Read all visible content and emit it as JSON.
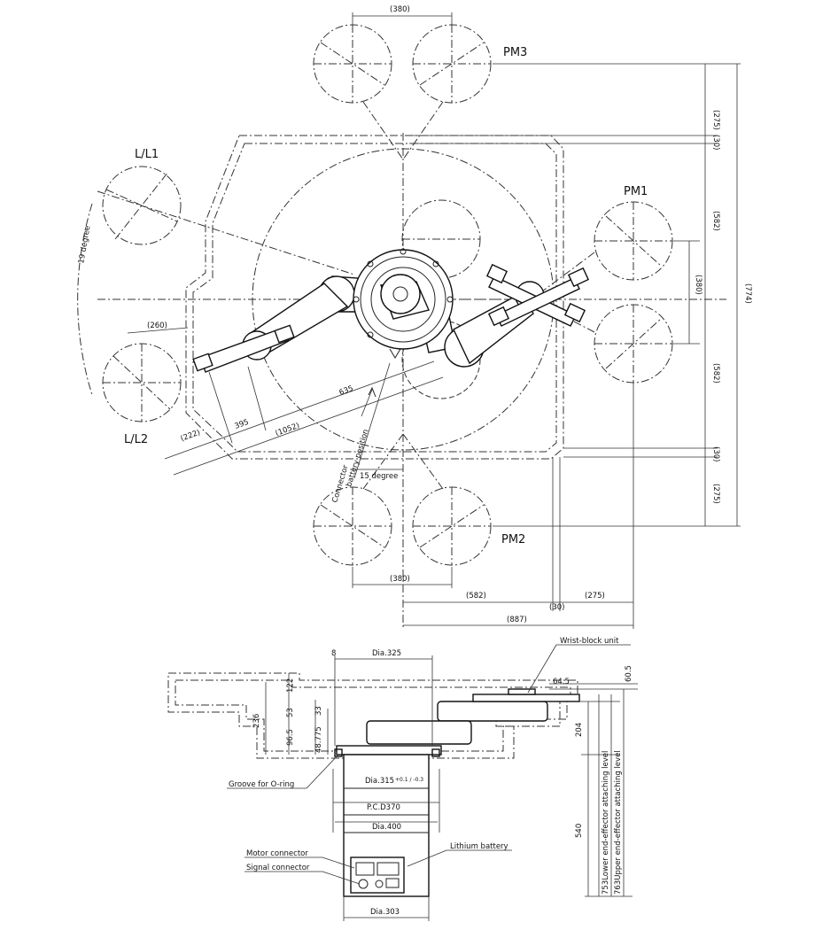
{
  "plan_view": {
    "stations": {
      "pm1": "PM1",
      "pm2": "PM2",
      "pm3": "PM3",
      "ll1": "L/L1",
      "ll2": "L/L2"
    },
    "dimensions": {
      "pm3_pitch": "(380)",
      "pm2_pitch": "(380)",
      "pm1_pitch": "(380)",
      "right_275_top": "(275)",
      "right_30_top": "(30)",
      "right_582_top": "(582)",
      "right_582_bottom": "(582)",
      "right_30_bottom": "(30)",
      "right_275_bottom": "(275)",
      "overall_774": "(774)",
      "bottom_582": "(582)",
      "bottom_30": "(30)",
      "bottom_275": "(275)",
      "bottom_887": "(887)",
      "ll_260": "(260)",
      "ll_222": "(222)",
      "ll_1052": "(1052)",
      "arm_635": "635",
      "arm_395": "395"
    },
    "angles": {
      "ll_angle": "19 degree",
      "connector_angle": "15 degree"
    },
    "notes": {
      "connector": "Connector",
      "battery_position": "battery position"
    }
  },
  "elevation_view": {
    "dimensions": {
      "dia_325": "Dia.325",
      "dim_8": "8",
      "dim_122": "122",
      "dim_53": "53",
      "dim_33": "33",
      "dim_236": "236",
      "dim_96_5": "96.5",
      "dim_48_775": "48.775",
      "dia_315": "Dia.315",
      "dia_315_tol": "+0.1 / -0.3",
      "pcd_370": "P.C.D370",
      "dia_400": "Dia.400",
      "dia_303": "Dia.303",
      "dim_204": "204",
      "dim_540": "540",
      "dim_60_5": "60.5",
      "dim_64_5": "64.5"
    },
    "callouts": {
      "wrist_block": "Wrist-block unit",
      "groove": "Groove for O-ring",
      "motor_connector": "Motor connector",
      "signal_connector": "Signal connector",
      "lithium_battery": "Lithium battery",
      "lower_level": "753Lower end-effector attaching level",
      "upper_level": "763Upper end-effector attaching level"
    }
  }
}
